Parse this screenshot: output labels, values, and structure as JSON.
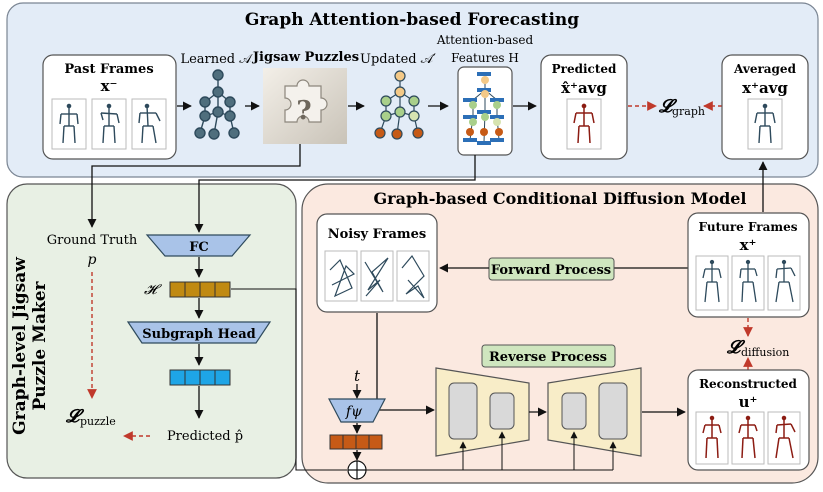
{
  "top_panel": {
    "title": "Graph Attention-based Forecasting",
    "past_frames_label": "Past Frames",
    "past_frames_symbol": "x⁻",
    "learned_a_label": "Learned 𝒜",
    "jigsaw_label": "Jigsaw Puzzles",
    "updated_a_label": "Updated 𝒜′",
    "features_label_1": "Attention-based",
    "features_label_2": "Features H",
    "predicted_label": "Predicted",
    "predicted_symbol": "x̂⁺avg",
    "loss_graph_symbol": "𝓛",
    "loss_graph_sub": "graph",
    "averaged_label": "Averaged",
    "averaged_symbol": "x⁺avg"
  },
  "left_panel": {
    "title_line1": "Graph-level Jigsaw",
    "title_line2": "Puzzle Maker",
    "ground_truth_label": "Ground Truth",
    "ground_truth_symbol": "p",
    "fc_label": "FC",
    "h_symbol": "𝓗",
    "subgraph_head_label": "Subgraph Head",
    "loss_puzzle_symbol": "𝓛",
    "loss_puzzle_sub": "puzzle",
    "predicted_p_label": "Predicted p̂"
  },
  "right_panel": {
    "title": "Graph-based Conditional Diffusion Model",
    "noisy_frames_label": "Noisy Frames",
    "forward_process_label": "Forward Process",
    "future_frames_label": "Future Frames",
    "future_frames_symbol": "x⁺",
    "loss_diffusion_symbol": "𝓛",
    "loss_diffusion_sub": "diffusion",
    "reverse_process_label": "Reverse Process",
    "t_symbol": "t",
    "f_psi_symbol": "fψ",
    "reconstructed_label": "Reconstructed",
    "reconstructed_symbol": "u⁺"
  },
  "colors": {
    "top_bg": "#e3ecf7",
    "left_bg": "#e8f0e4",
    "right_bg": "#fbe9e0",
    "skeleton_blue": "#2e4a5c",
    "skeleton_red": "#8c1c13",
    "loss_dash": "#c0392b",
    "process_green": "#cfe6bf",
    "fc_blue": "#a9c3e8",
    "feature_gold": "#c08a12",
    "feature_cyan": "#1ea5e6",
    "feature_orange": "#c65a16",
    "unet_yellow": "#f8edc8"
  }
}
